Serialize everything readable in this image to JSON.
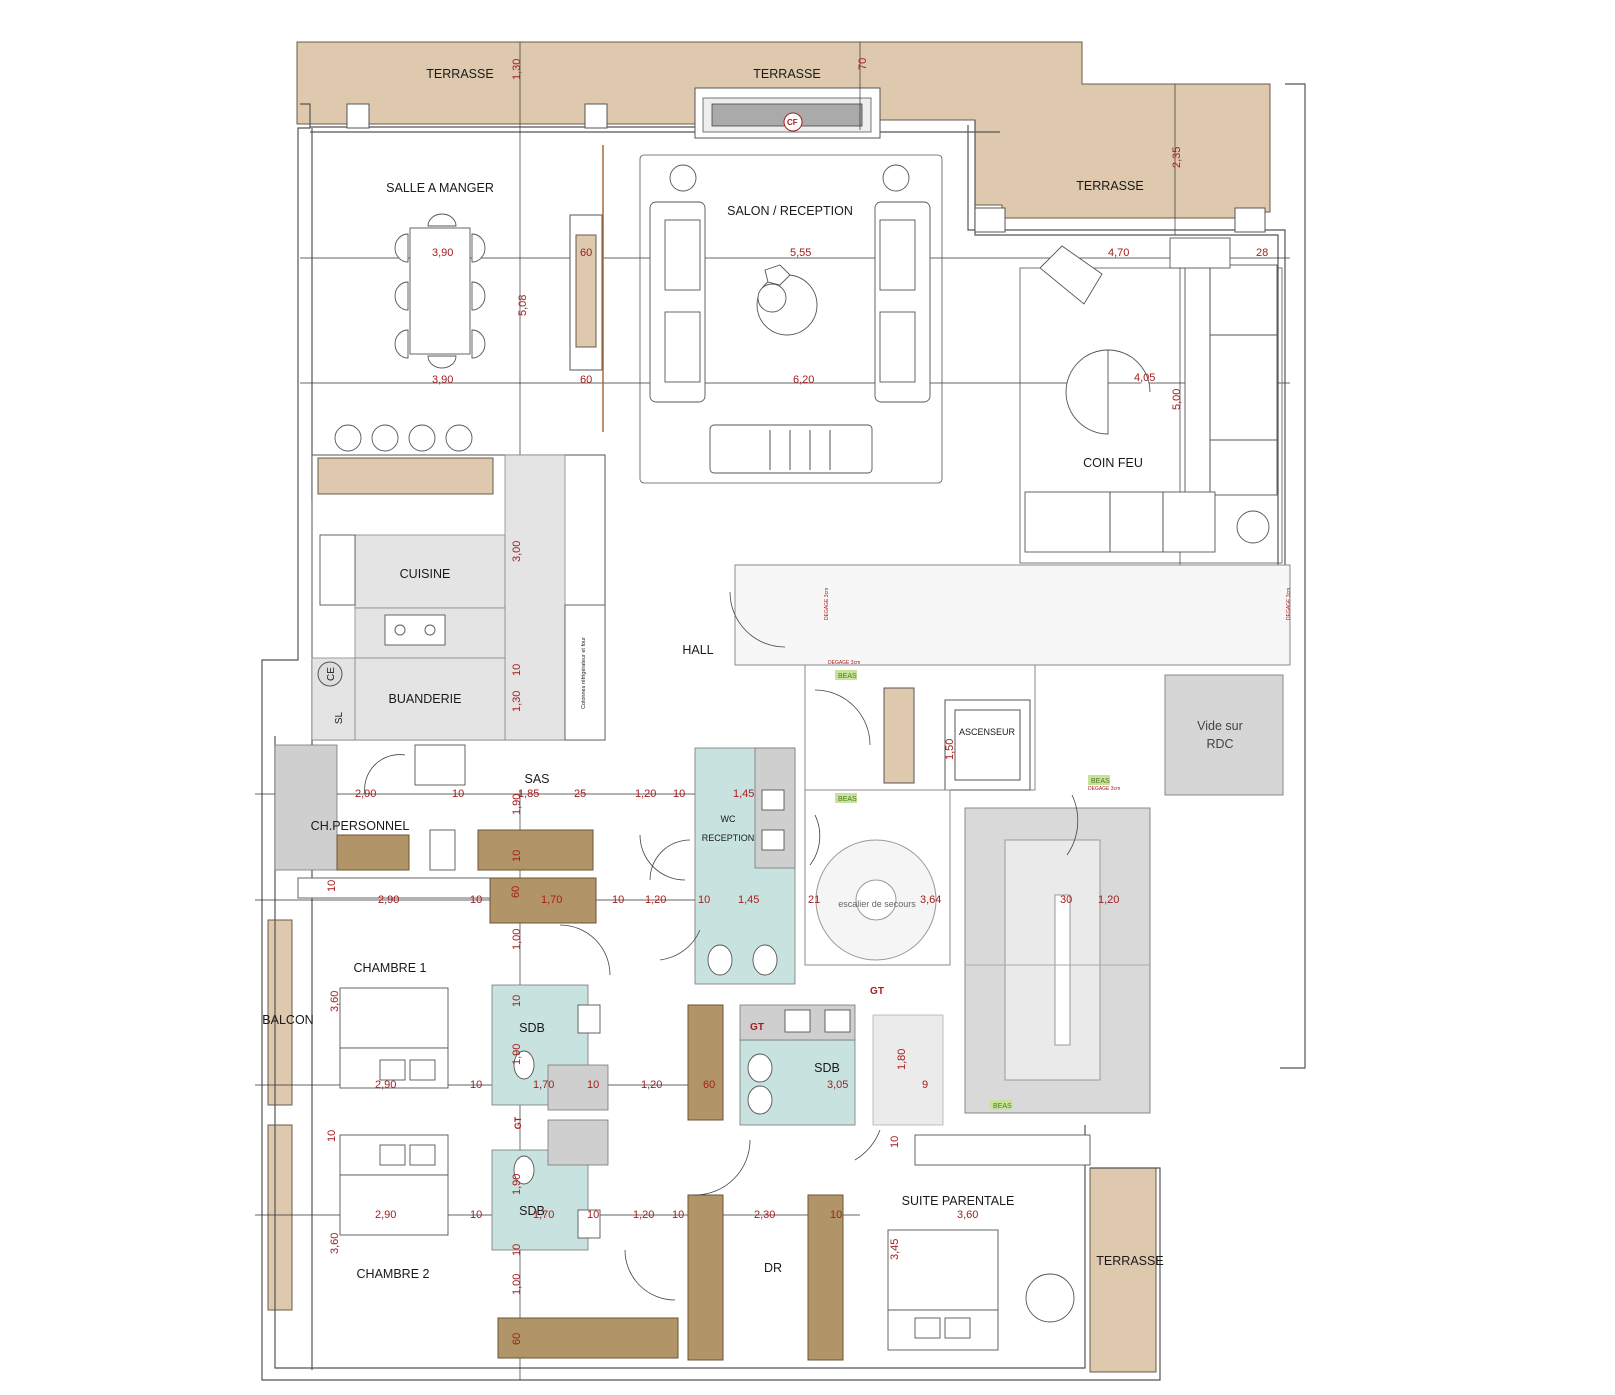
{
  "rooms": {
    "terrasse_1": "TERRASSE",
    "terrasse_2": "TERRASSE",
    "terrasse_3": "TERRASSE",
    "terrasse_4": "TERRASSE",
    "salle_a_manger": "SALLE A MANGER",
    "salon": "SALON / RECEPTION",
    "coin_feu": "COIN FEU",
    "cuisine": "CUISINE",
    "buanderie": "BUANDERIE",
    "hall": "HALL",
    "sas": "SAS",
    "ch_personnel": "CH.PERSONNEL",
    "wc_reception_1": "WC",
    "wc_reception_2": "RECEPTION",
    "ascenseur": "ASCENSEUR",
    "vide_1": "Vide sur",
    "vide_2": "RDC",
    "escalier": "escalier de secours",
    "chambre_1": "CHAMBRE 1",
    "chambre_2": "CHAMBRE 2",
    "balcon": "BALCON",
    "sdb_1": "SDB",
    "sdb_2": "SDB",
    "sdb_3": "SDB",
    "dr": "DR",
    "suite": "SUITE PARENTALE",
    "gt_1": "GT",
    "gt_2": "GT",
    "gt_3": "GT",
    "cf": "CF",
    "ce": "CE",
    "sl": "SL",
    "frigo": "Colonnes réfrigérateur et four"
  },
  "tags": {
    "beas_1": "BEAS",
    "beas_2": "BEAS",
    "beas_3": "BEAS",
    "beas_4": "BEAS",
    "degage_1": "DEGAGE 3cm",
    "degage_2": "DEGAGE 3cm",
    "degage_3": "DEGAGE 3cm",
    "degage_4": "DEGAGE 3cm"
  },
  "dims": {
    "d_130": "1,30",
    "d_70": "70",
    "d_235": "2,35",
    "d_390a": "3,90",
    "d_508": "5,08",
    "d_390b": "3,90",
    "d_60a": "60",
    "d_60b": "60",
    "d_555": "5,55",
    "d_620": "6,20",
    "d_470": "4,70",
    "d_28": "28",
    "d_405": "4,05",
    "d_500": "5,00",
    "d_300": "3,00",
    "d_10a": "10",
    "d_130b": "1,30",
    "d_290a": "2,90",
    "d_10b": "10",
    "d_190a": "1,90",
    "d_185": "1,85",
    "d_25": "25",
    "d_120a": "1,20",
    "d_10c": "10",
    "d_145a": "1,45",
    "d_150": "1,50",
    "d_10d": "10",
    "d_10e": "10",
    "d_10f": "10",
    "d_290b": "2,90",
    "d_10g": "10",
    "d_60c": "60",
    "d_170a": "1,70",
    "d_10h": "10",
    "d_120b": "1,20",
    "d_10i": "10",
    "d_145b": "1,45",
    "d_21": "21",
    "d_364": "3,64",
    "d_30": "30",
    "d_120c": "1,20",
    "d_100a": "1,00",
    "d_360a": "3,60",
    "d_10j": "10",
    "d_190b": "1,90",
    "d_290c": "2,90",
    "d_10k": "10",
    "d_170b": "1,70",
    "d_10l": "10",
    "d_120d": "1,20",
    "d_60d": "60",
    "d_305": "3,05",
    "d_9": "9",
    "d_180": "1,80",
    "d_10m": "10",
    "d_10n": "10",
    "d_190c": "1,90",
    "d_290d": "2,90",
    "d_10o": "10",
    "d_170c": "1,70",
    "d_10p": "10",
    "d_120e": "1,20",
    "d_10q": "10",
    "d_230": "2,30",
    "d_10r": "10",
    "d_360b": "3,60",
    "d_360c": "3,60",
    "d_345": "3,45",
    "d_10s": "10",
    "d_100b": "1,00",
    "d_60e": "60"
  },
  "colors": {
    "terrace": "#dec8ae",
    "wood": "#b19468",
    "tile": "#c8e2e0",
    "dimension": "#a51d1d",
    "beas": "#8cc63f"
  }
}
